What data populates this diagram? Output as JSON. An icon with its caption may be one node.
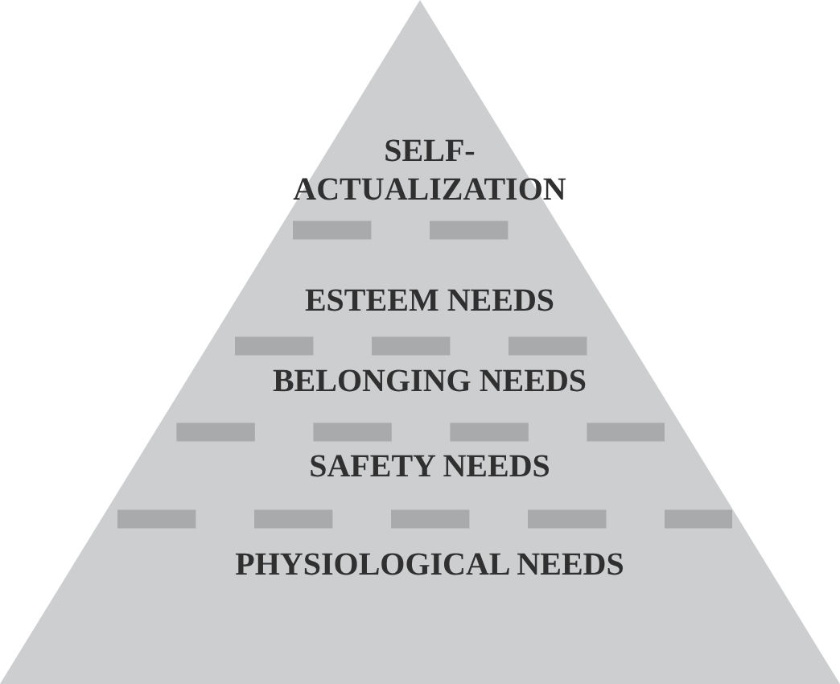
{
  "diagram": {
    "nodes": [
      {
        "text": [],
        "shape": "triangle"
      },
      {
        "text": [
          "SELF-ACTUALIZATION"
        ],
        "in": 0
      },
      {
        "text": [
          "ESTEEM NEEDS"
        ],
        "in": 0
      },
      {
        "text": [
          "BELONGING NEEDS"
        ],
        "in": 0
      },
      {
        "text": [
          "SAFETY NEEDS"
        ],
        "in": 0
      },
      {
        "text": [
          "PHYSIOLOGICAL NEEDS"
        ],
        "in": 0
      }
    ]
  }
}
